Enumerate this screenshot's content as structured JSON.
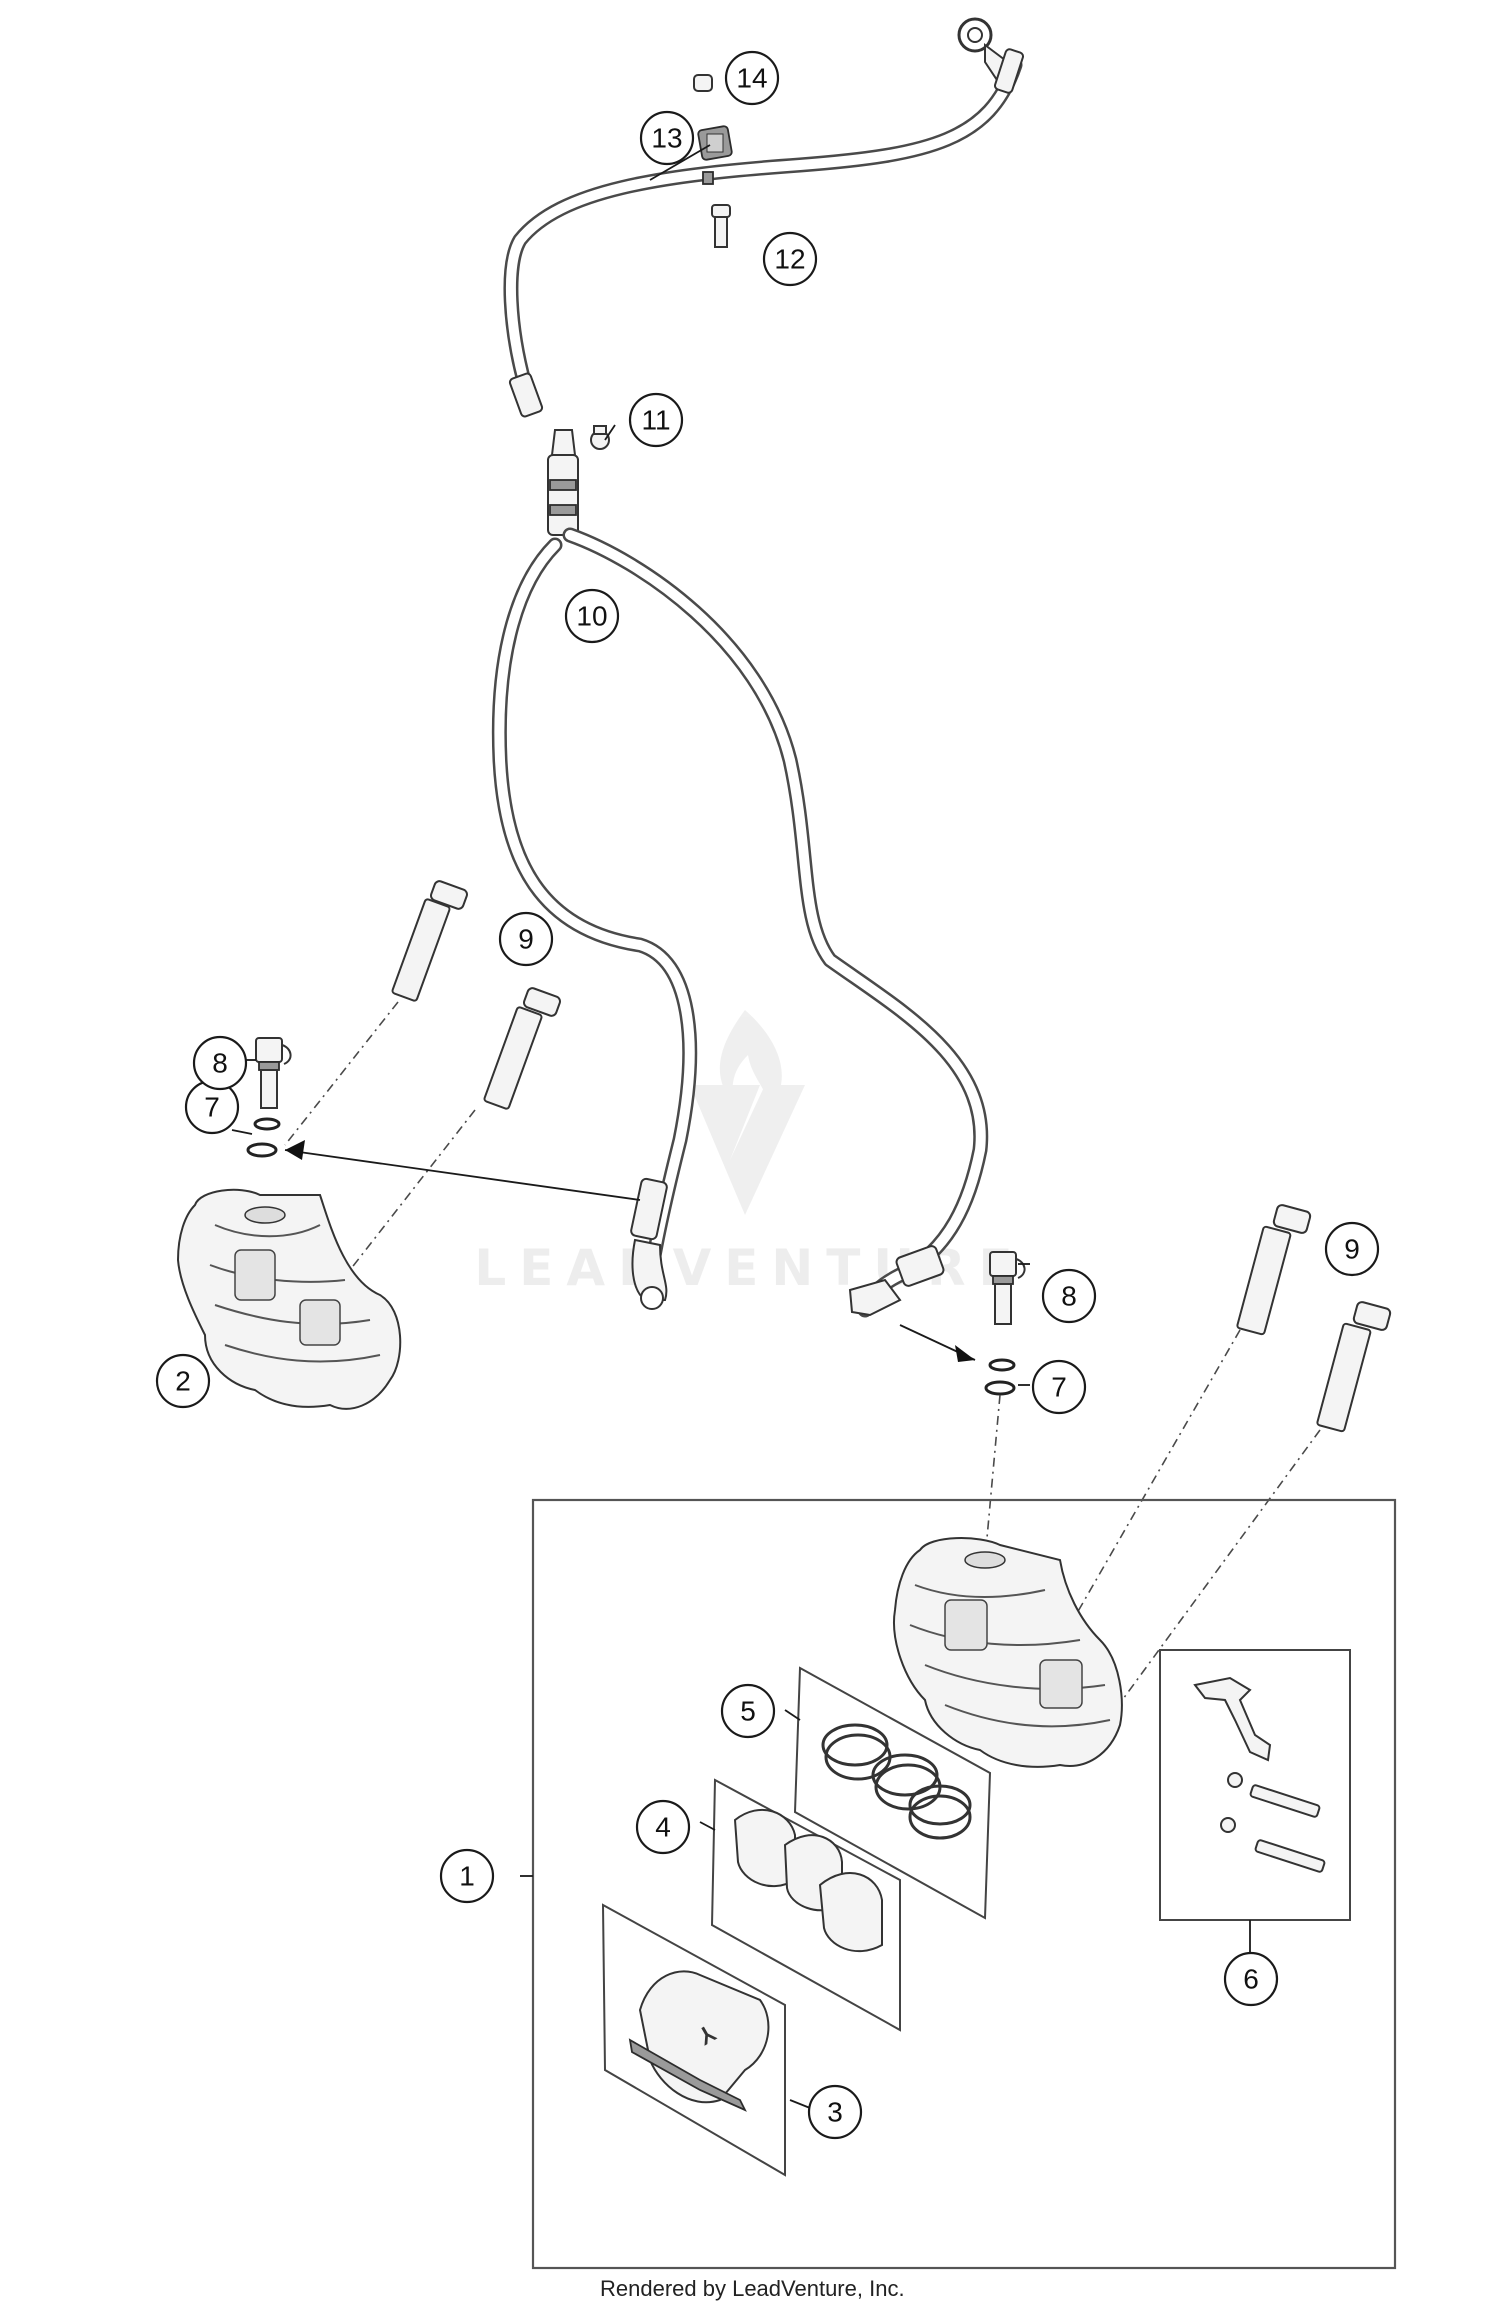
{
  "watermark": {
    "text": "LEADVENTURE"
  },
  "footer": {
    "text": "Rendered by LeadVenture, Inc."
  },
  "callouts": {
    "c1": "1",
    "c2": "2",
    "c3": "3",
    "c4": "4",
    "c5": "5",
    "c6": "6",
    "c7a": "7",
    "c7b": "7",
    "c8a": "8",
    "c8b": "8",
    "c9a": "9",
    "c9b": "9",
    "c10": "10",
    "c11": "11",
    "c12": "12",
    "c13": "13",
    "c14": "14"
  },
  "colors": {
    "line": "#333333",
    "watermark": "#ececec",
    "background": "#ffffff"
  }
}
